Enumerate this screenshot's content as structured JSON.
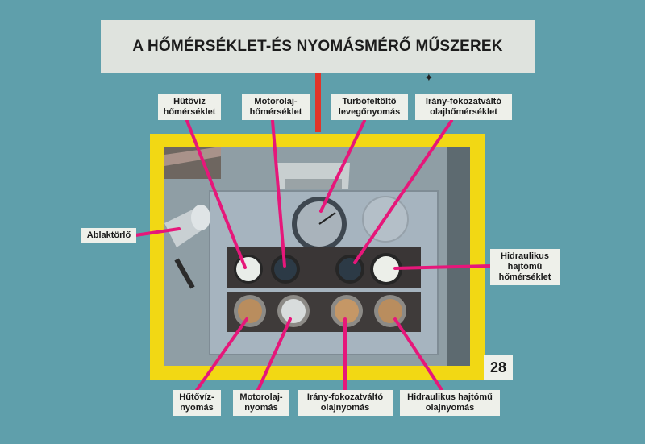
{
  "title": "A HŐMÉRSÉKLET-ÉS NYOMÁSMÉRŐ MŰSZEREK",
  "page_number": "28",
  "labels": {
    "hutoviz_homerseklet": [
      "Hűtővíz",
      "hőmérséklet"
    ],
    "motorolaj_homerseklet": [
      "Motorolaj-",
      "hőmérséklet"
    ],
    "turbofeltolto": [
      "Turbófeltöltő",
      "levegőnyomás"
    ],
    "irany_olajhomerseklet": [
      "Irány-fokozatváltó",
      "olajhőmérséklet"
    ],
    "ablaktorlo": [
      "Ablaktörlő"
    ],
    "hidraulikus_homerseklet": [
      "Hidraulikus",
      "hajtómű",
      "hőmérséklet"
    ],
    "hutoviz_nyomas": [
      "Hűtővíz-",
      "nyomás"
    ],
    "motorolaj_nyomas": [
      "Motorolaj-",
      "nyomás"
    ],
    "irany_olajnyomas": [
      "Irány-fokozatváltó",
      "olajnyomás"
    ],
    "hidraulikus_olajnyomas": [
      "Hidraulikus hajtómű",
      "olajnyomás"
    ]
  },
  "colors": {
    "background": "#5f9fab",
    "frame": "#f2d814",
    "leader": "#e6177a",
    "connector": "#e2342a"
  }
}
